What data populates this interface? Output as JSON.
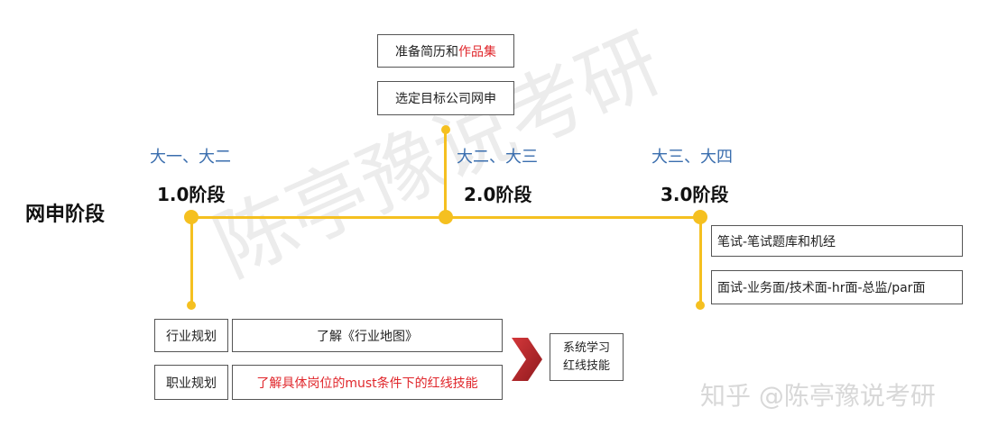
{
  "diagram": {
    "title": "网申阶段",
    "stages": [
      {
        "year": "大一、大二",
        "label": "1.0阶段"
      },
      {
        "year": "大二、大三",
        "label": "2.0阶段"
      },
      {
        "year": "大三、大四",
        "label": "3.0阶段"
      }
    ],
    "stage2_boxes": {
      "resume_prefix": "准备简历和",
      "resume_highlight": "作品集",
      "apply": "选定目标公司网申"
    },
    "stage3_boxes": {
      "written": "笔试-笔试题库和机经",
      "interview": "面试-业务面/技术面-hr面-总监/par面"
    },
    "stage1_boxes": {
      "industry_label": "行业规划",
      "industry_text": "了解《行业地图》",
      "career_label": "职业规划",
      "career_text": "了解具体岗位的must条件下的红线技能",
      "result_line1": "系统学习",
      "result_line2": "红线技能"
    },
    "colors": {
      "timeline": "#f5c020",
      "year_text": "#3a6eae",
      "highlight": "#e0262b",
      "arrow": "#c0272d"
    },
    "watermark": "陈亭豫说考研",
    "signature": "知乎 @陈亭豫说考研"
  }
}
